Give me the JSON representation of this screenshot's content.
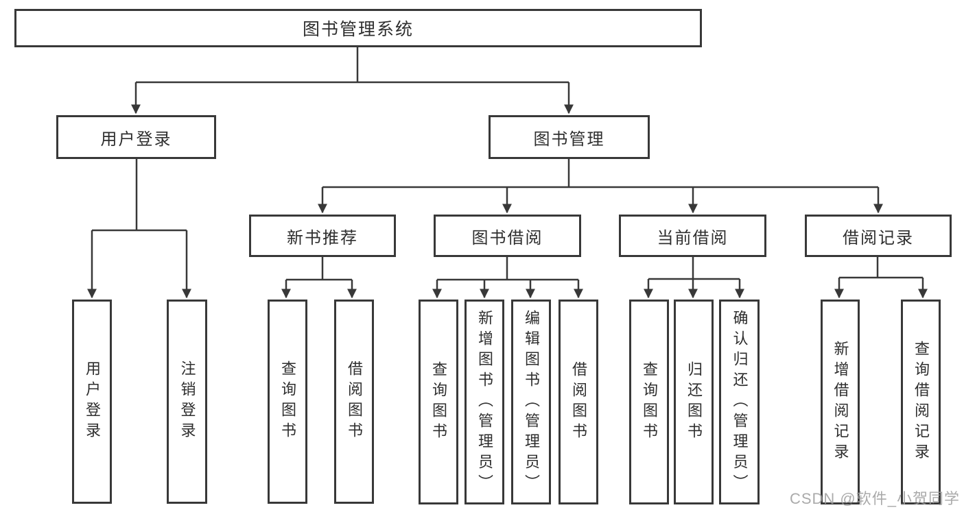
{
  "tree": {
    "label": "图书管理系统",
    "children": [
      {
        "label": "用户登录",
        "children": [
          {
            "label": "用户登录"
          },
          {
            "label": "注销登录"
          }
        ]
      },
      {
        "label": "图书管理",
        "children": [
          {
            "label": "新书推荐",
            "children": [
              {
                "label": "查询图书"
              },
              {
                "label": "借阅图书"
              }
            ]
          },
          {
            "label": "图书借阅",
            "children": [
              {
                "label": "查询图书"
              },
              {
                "label": "新增图书（管理员）"
              },
              {
                "label": "编辑图书（管理员）"
              },
              {
                "label": "借阅图书"
              }
            ]
          },
          {
            "label": "当前借阅",
            "children": [
              {
                "label": "查询图书"
              },
              {
                "label": "归还图书"
              },
              {
                "label": "确认归还（管理员）"
              }
            ]
          },
          {
            "label": "借阅记录",
            "children": [
              {
                "label": "新增借阅记录"
              },
              {
                "label": "查询借阅记录"
              }
            ]
          }
        ]
      }
    ]
  },
  "watermark": {
    "text": "CSDN @软件_小贺同学"
  },
  "colors": {
    "line": "#383838",
    "box_border": "#383838",
    "box_fill": "#ffffff",
    "text": "#2e2e2e",
    "watermark": "#9e9e9e"
  }
}
